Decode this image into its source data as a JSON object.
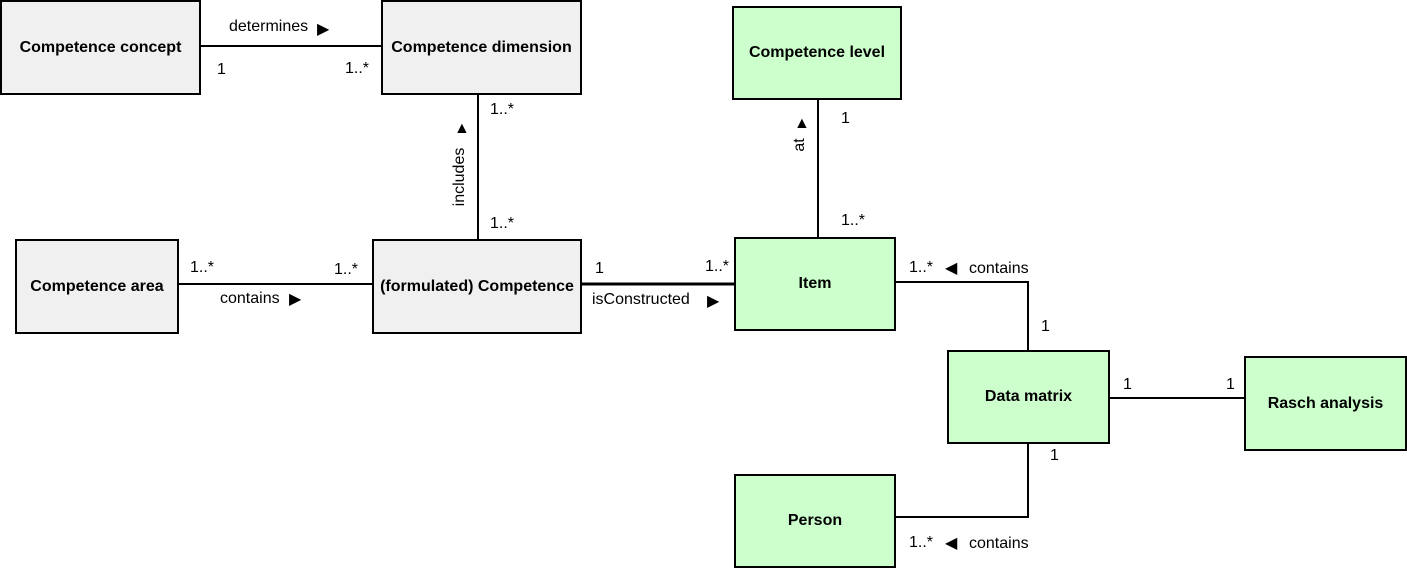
{
  "classes": {
    "competence_concept": "Competence concept",
    "competence_dimension": "Competence dimension",
    "competence_level": "Competence level",
    "competence_area": "Competence area",
    "formulated_competence": "(formulated) Competence",
    "item": "Item",
    "data_matrix": "Data matrix",
    "rasch_analysis": "Rasch analysis",
    "person": "Person"
  },
  "associations": {
    "concept_dimension": {
      "label": "determines",
      "mult_a": "1",
      "mult_b": "1..*"
    },
    "dimension_competence": {
      "label": "includes",
      "mult_a": "1..*",
      "mult_b": "1..*"
    },
    "area_competence": {
      "label": "contains",
      "mult_a": "1..*",
      "mult_b": "1..*"
    },
    "competence_item": {
      "label": "isConstructed",
      "mult_a": "1",
      "mult_b": "1..*"
    },
    "level_item": {
      "label": "at",
      "mult_a": "1",
      "mult_b": "1..*"
    },
    "item_matrix": {
      "label": "contains",
      "mult_a": "1..*",
      "mult_b": "1"
    },
    "matrix_rasch": {
      "mult_a": "1",
      "mult_b": "1"
    },
    "matrix_person": {
      "label": "contains",
      "mult_a": "1",
      "mult_b": "1..*"
    }
  },
  "colors": {
    "gray_fill": "#f0f0f0",
    "green_fill": "#ccffcc",
    "line": "#000000"
  },
  "arrows": {
    "right": "▶",
    "left": "◀",
    "up": "▲"
  }
}
